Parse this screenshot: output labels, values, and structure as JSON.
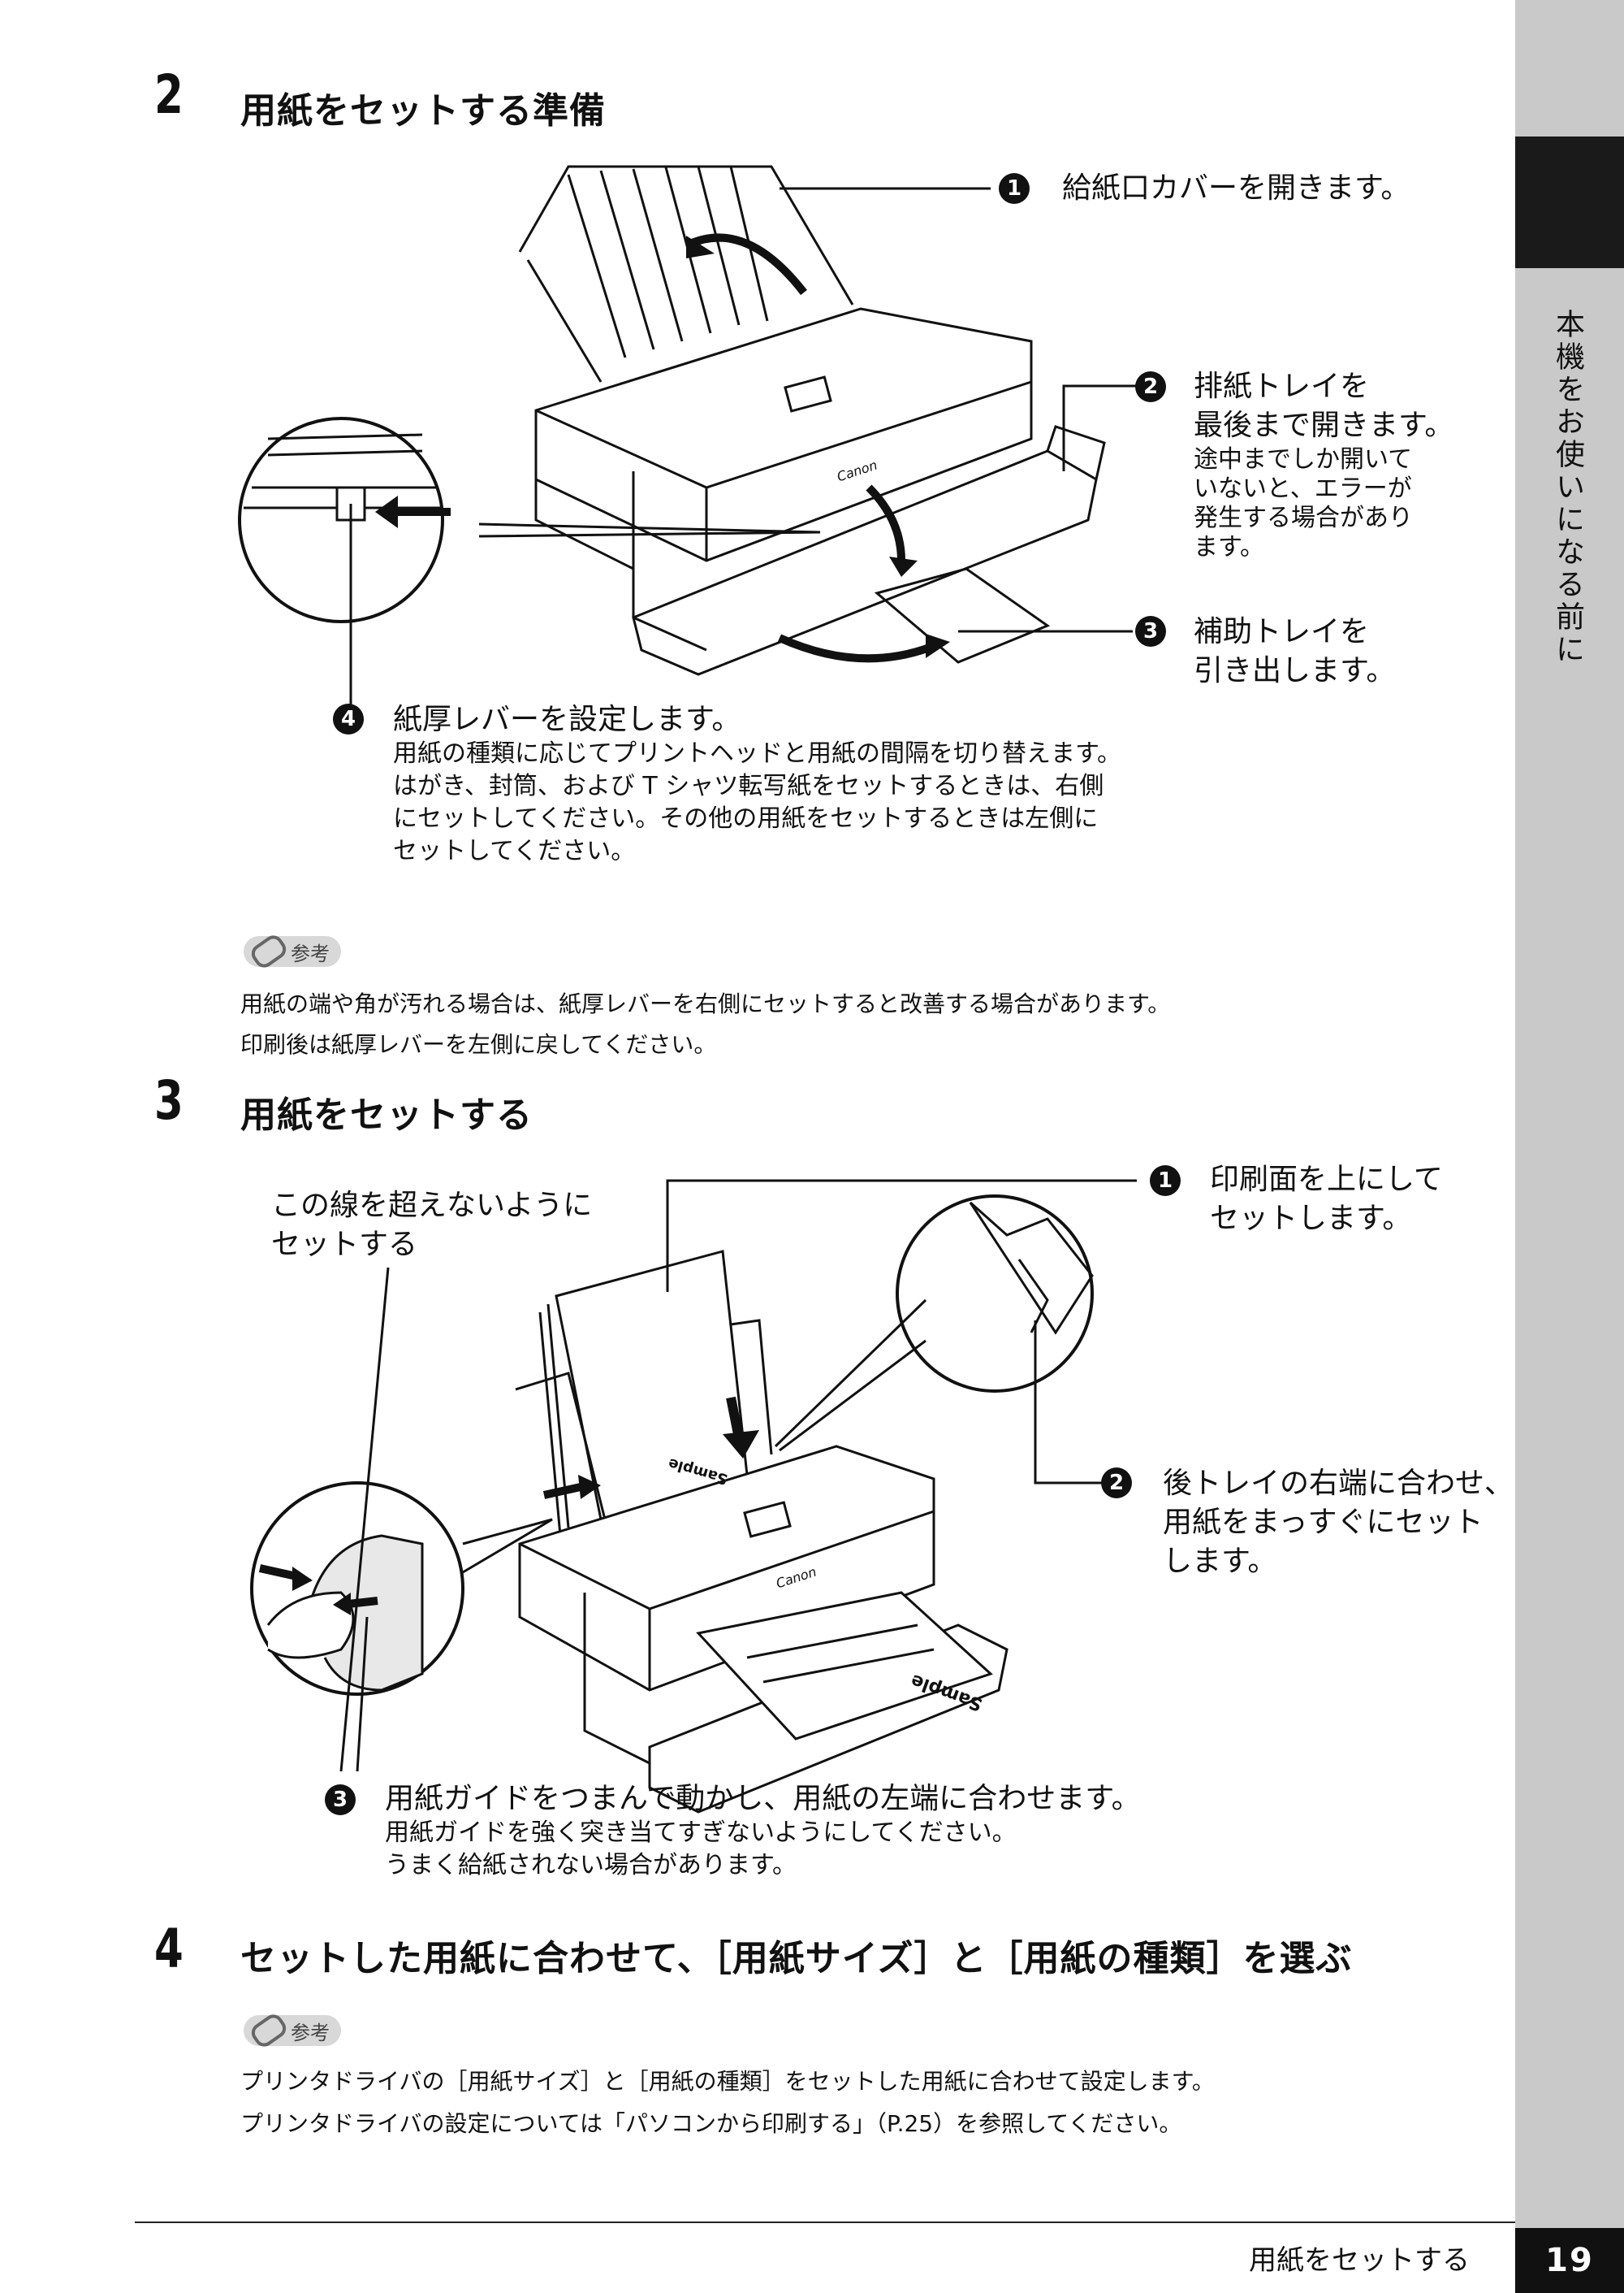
{
  "side_tab": {
    "label": "本機をお使いになる前に"
  },
  "steps": [
    {
      "number": "2",
      "title": "用紙をセットする準備"
    },
    {
      "number": "3",
      "title": "用紙をセットする"
    },
    {
      "number": "4",
      "title": "セットした用紙に合わせて、［用紙サイズ］と［用紙の種類］を選ぶ"
    }
  ],
  "step2": {
    "callouts": [
      {
        "badge": "1",
        "text": "給紙口カバーを開きます。"
      },
      {
        "badge": "2",
        "text": "排紙トレイを\n最後まで開きます。",
        "note": "途中までしか開いて\nいないと、エラーが\n発生する場合があり\nます。"
      },
      {
        "badge": "3",
        "text": "補助トレイを\n引き出します。"
      },
      {
        "badge": "4",
        "text": "紙厚レバーを設定します。",
        "note": "用紙の種類に応じてプリントヘッドと用紙の間隔を切り替えます。\nはがき、封筒、および T シャツ転写紙をセットするときは、右側\nにセットしてください。その他の用紙をセットするときは左側に\nセットしてください。"
      }
    ],
    "brand": "Canon"
  },
  "reference1": {
    "icon_label": "参考",
    "lines": [
      "用紙の端や角が汚れる場合は、紙厚レバーを右側にセットすると改善する場合があります。",
      "印刷後は紙厚レバーを左側に戻してください。"
    ]
  },
  "step3": {
    "limit_label": "この線を超えないように\nセットする",
    "callouts": [
      {
        "badge": "1",
        "text": "印刷面を上にして\nセットします。"
      },
      {
        "badge": "2",
        "text": "後トレイの右端に合わせ、\n用紙をまっすぐにセット\nします。"
      },
      {
        "badge": "3",
        "text": "用紙ガイドをつまんで動かし、用紙の左端に合わせます。",
        "note": "用紙ガイドを強く突き当てすぎないようにしてください。\nうまく給紙されない場合があります。"
      }
    ],
    "sample_label": "Sample",
    "brand": "Canon"
  },
  "reference2": {
    "icon_label": "参考",
    "lines": [
      "プリンタドライバの［用紙サイズ］と［用紙の種類］をセットした用紙に合わせて設定します。",
      "プリンタドライバの設定については「パソコンから印刷する」（P.25）を参照してください。"
    ]
  },
  "footer": {
    "section": "用紙をセットする",
    "page": "19"
  }
}
